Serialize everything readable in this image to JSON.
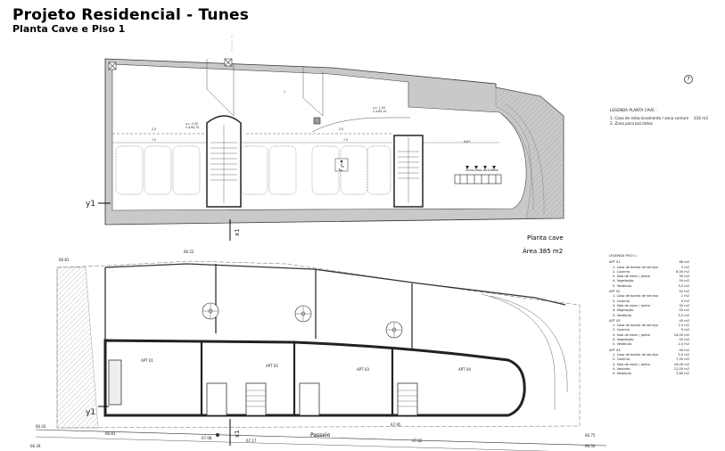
{
  "header": {
    "title": "Projeto Residencial - Tunes",
    "subtitle": "Planta Cave e Piso 1"
  },
  "cave": {
    "label": "Planta cave",
    "area": "Área  385 m2",
    "legend_title": "LEGENDA PLANTA CAVE :",
    "legend_items": [
      {
        "name": "1. Casa de estacionamento / zona comum",
        "value": "316 m2"
      },
      {
        "name": "2. Zona para bicicletas",
        "value": ""
      }
    ],
    "bike_zone_label": "Zona para bicicletas",
    "markers": {
      "y1": "y1",
      "x1": "x1"
    }
  },
  "piso1": {
    "legend_title": "LEGENDA PISO 1 :",
    "apartments": [
      {
        "name": "APT 01",
        "area": "66 m2",
        "rooms": [
          {
            "name": "1. Casa de banho de serviço",
            "area": "2 m2"
          },
          {
            "name": "2. Cozinha",
            "area": "6,00 m2"
          },
          {
            "name": "3. Sala de estar / jantar",
            "area": "30 m2"
          },
          {
            "name": "4. Vegetação",
            "area": "54 m2"
          },
          {
            "name": "5. Vestíbulo",
            "area": "3,5 m2"
          }
        ]
      },
      {
        "name": "APT 02",
        "area": "52 m2",
        "rooms": [
          {
            "name": "1. Casa de banho de serviço",
            "area": "2 m2"
          },
          {
            "name": "2. Cozinha",
            "area": "9 m2"
          },
          {
            "name": "3. Sala de estar / jantar",
            "area": "32 m2"
          },
          {
            "name": "4. Vegetação",
            "area": "43 m2"
          },
          {
            "name": "5. Vestíbulo",
            "area": "3,5 m2"
          }
        ]
      },
      {
        "name": "APT 03",
        "area": "45 m2",
        "rooms": [
          {
            "name": "1. Casa de banho de serviço",
            "area": "2,5 m2"
          },
          {
            "name": "2. Cozinha",
            "area": "9 m2"
          },
          {
            "name": "3. Sala de estar / jantar",
            "area": "16,00 m2"
          },
          {
            "name": "4. Vegetação",
            "area": "45 m2"
          },
          {
            "name": "5. Vestíbulo",
            "area": "2,5 m2"
          }
        ]
      },
      {
        "name": "APT 04",
        "area": "40 m2",
        "rooms": [
          {
            "name": "1. Casa de banho de serviço",
            "area": "2,0 m2"
          },
          {
            "name": "2. Cozinha",
            "area": "7,00 m2"
          },
          {
            "name": "3. Sala de estar / jantar",
            "area": "16,00 m2"
          },
          {
            "name": "4. Varanda",
            "area": "21,00 m2"
          },
          {
            "name": "5. Vestíbulo",
            "area": "2,80 m2"
          }
        ]
      }
    ],
    "street_label": "Passeio",
    "levels": [
      "66.81",
      "66.52",
      "66.03",
      "66.39",
      "66.81",
      "67.08",
      "67.17",
      "67.82",
      "67.95",
      "66.75",
      "66.56"
    ],
    "apt_labels": [
      "APT 01",
      "APT 02",
      "APT 03",
      "APT 04"
    ],
    "markers": {
      "y1": "y1",
      "x1": "x1"
    }
  },
  "misc": {
    "circle_number": "7"
  }
}
